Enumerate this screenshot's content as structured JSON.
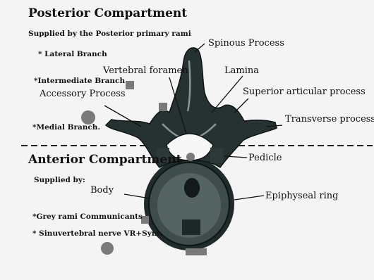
{
  "sections": {
    "posterior": {
      "title": "Posterior Compartment",
      "supply": "Supplied by the Posterior primary rami",
      "branches": [
        "* Lateral Branch",
        "*Intermediate Branch",
        "*Medial Branch."
      ]
    },
    "anterior": {
      "title": "Anterior Compartment",
      "supply": "Supplied by:",
      "nerves": [
        "*Grey rami Communicants",
        "* Sinuvertebral nerve VR+Sym."
      ]
    }
  },
  "labels": {
    "spinous_process": "Spinous Process",
    "vertebral_foramen": "Vertebral foramen",
    "lamina": "Lamina",
    "accessory_process": "Accessory Process",
    "superior_articular_process": "Superior articular process",
    "transverse_process": "Transverse process",
    "pedicle": "Pedicle",
    "body": "Body",
    "epiphyseal_ring": "Epiphyseal ring"
  },
  "colors": {
    "bone_dark": "#1f2a2a",
    "bone_mid": "#4a5757",
    "marker": "#7a7a7a"
  }
}
